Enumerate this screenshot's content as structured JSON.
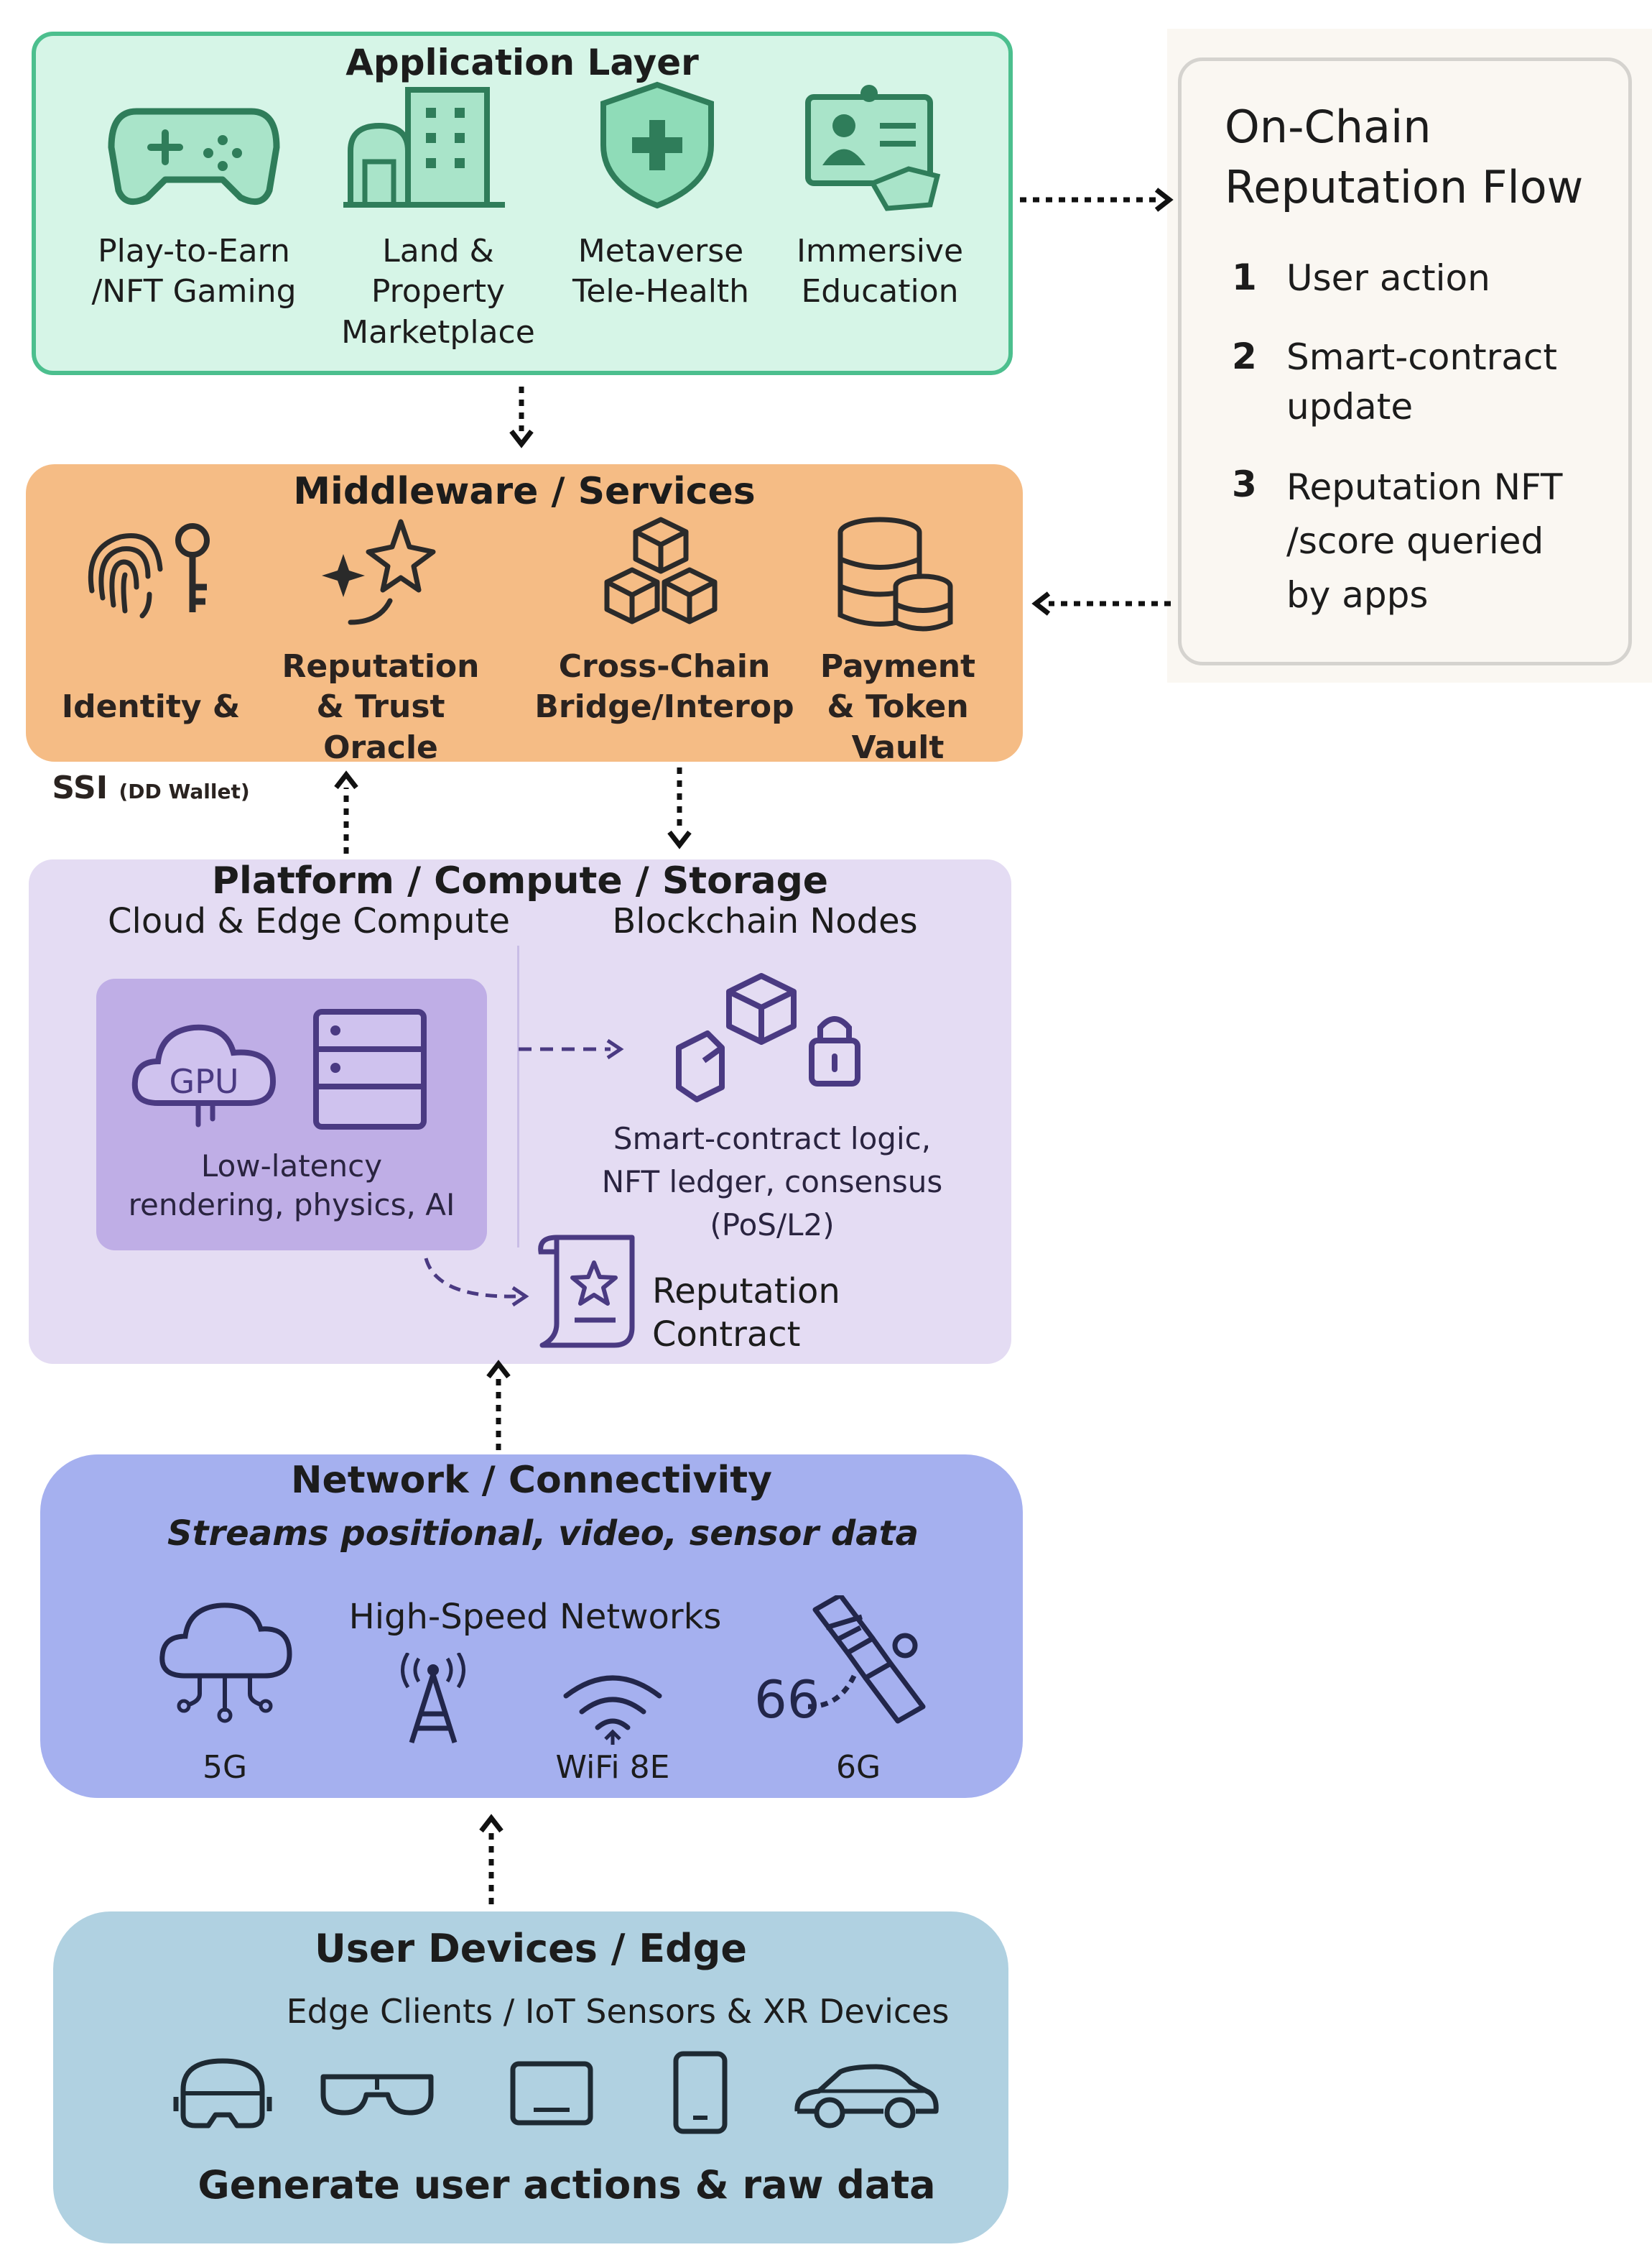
{
  "application_layer": {
    "title": "Application Layer",
    "items": [
      {
        "label": "Play-to-Earn\n/NFT Gaming",
        "icon": "gamepad-icon"
      },
      {
        "label": "Land &\nProperty\nMarketplace",
        "icon": "buildings-icon"
      },
      {
        "label": "Metaverse\nTele-Health",
        "icon": "medical-shield-icon"
      },
      {
        "label": "Immersive\nEducation",
        "icon": "id-card-book-icon"
      }
    ]
  },
  "reputation_flow": {
    "title": "On-Chain\nReputation Flow",
    "steps": [
      {
        "num": "1",
        "text": "User action"
      },
      {
        "num": "2",
        "text": "Smart-contract\nupdate"
      },
      {
        "num": "3",
        "text": "Reputation NFT\n/score queried\nby apps"
      }
    ]
  },
  "middleware": {
    "title": "Middleware / Services",
    "items": [
      {
        "label": "Identity &",
        "label_2": "SSI",
        "label_small": "(DD Wallet)",
        "icon": "fingerprint-key-icon"
      },
      {
        "label": "Reputation\n& Trust Oracle",
        "icon": "sparkle-stars-icon"
      },
      {
        "label": "Cross-Chain\nBridge/Interop",
        "icon": "cubes-icon"
      },
      {
        "label": "Payment\n& Token Vault",
        "icon": "coin-stack-icon"
      }
    ]
  },
  "platform": {
    "title": "Platform / Compute / Storage",
    "left_heading": "Cloud & Edge Compute",
    "right_heading": "Blockchain Nodes",
    "gpu_text": "GPU",
    "compute_label": "Low-latency\nrendering, physics, AI",
    "nodes_label": "Smart-contract logic,\nNFT ledger, consensus\n(PoS/L2)",
    "contract_label": "Reputation\nContract"
  },
  "network": {
    "title": "Network / Connectivity",
    "subtitle": "Streams positional, video, sensor data",
    "heading": "High-Speed Networks",
    "items": [
      {
        "label": "5G",
        "icon": "cloud-network-icon"
      },
      {
        "label": "",
        "icon": "antenna-tower-icon"
      },
      {
        "label": "WiFi 8E",
        "icon": "wifi-icon"
      },
      {
        "label": "6G",
        "icon": "satellite-icon"
      }
    ],
    "satellite_text": "66"
  },
  "devices": {
    "title": "User Devices / Edge",
    "subtitle": "Edge Clients / IoT Sensors & XR Devices",
    "footer": "Generate user actions & raw data",
    "icons": [
      "vr-headset-icon",
      "ar-glasses-icon",
      "tablet-icon",
      "smartphone-icon",
      "car-icon"
    ]
  },
  "colors": {
    "application": "#d6f5e7",
    "application_border": "#4cbf8e",
    "middleware": "#f5bc85",
    "platform": "#e4dcf3",
    "platform_inner": "#bfaee6",
    "network": "#a5b0ef",
    "devices": "#b0d1e1",
    "flow_bg": "#faf7f2"
  }
}
